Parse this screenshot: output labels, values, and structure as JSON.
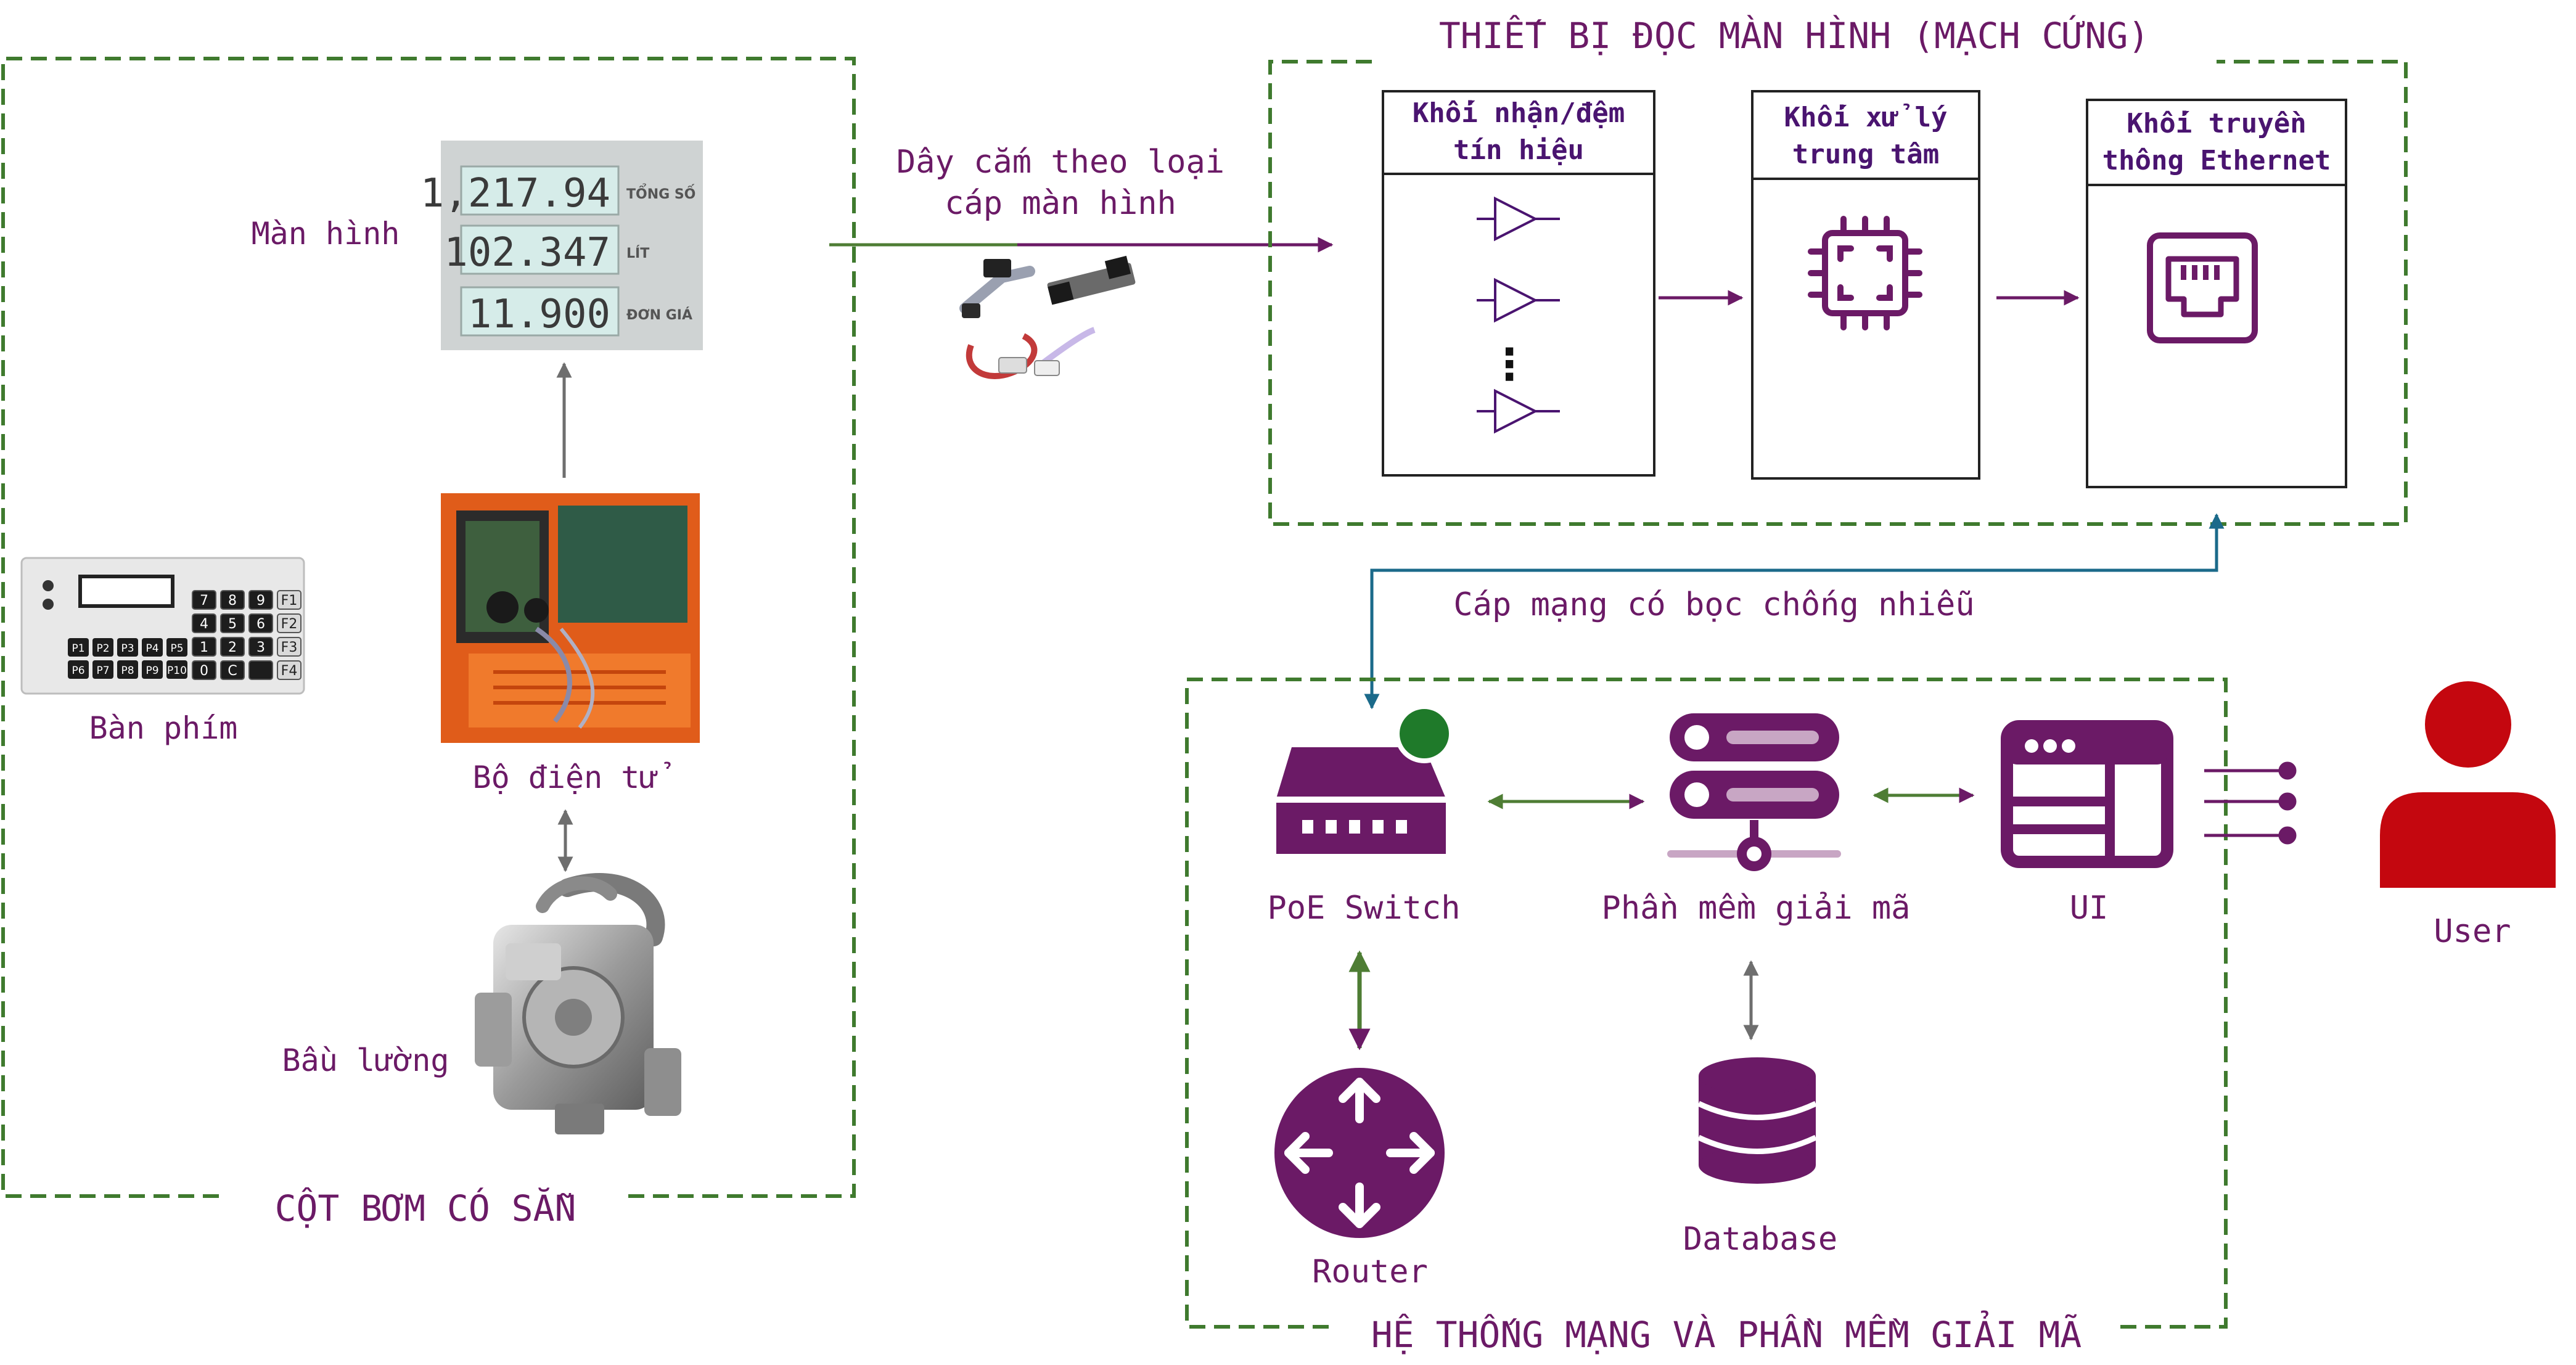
{
  "colors": {
    "purple": "#6b1a66",
    "dark_purple": "#4a1470",
    "green_dash": "#3f7a2e",
    "green_arrow": "#4e7d34",
    "gray_arrow": "#6e6e6e",
    "teal": "#1b6a8a",
    "user_red": "#c4070f",
    "status_green": "#1f7a2a",
    "lcd_bg": "#d6ece9",
    "board_orange": "#e05c1a"
  },
  "pump_group": {
    "title": "CỘT BƠM CÓ SẴN",
    "screen_label": "Màn hình",
    "screen_rows": [
      {
        "value": "1,217.94",
        "unit": "TỔNG SỐ"
      },
      {
        "value": "102.347",
        "unit": "LÍT"
      },
      {
        "value": "11.900",
        "unit": "ĐƠN GIÁ"
      }
    ],
    "keyboard_label": "Bàn phím",
    "keypad_keys": [
      "7",
      "8",
      "9",
      "F1",
      "4",
      "5",
      "6",
      "F2",
      "1",
      "2",
      "3",
      "F3",
      "0",
      "C",
      "",
      "F4"
    ],
    "keypad_presets": [
      "P1",
      "P2",
      "P3",
      "P4",
      "P5",
      "P6",
      "P7",
      "P8",
      "P9",
      "P10"
    ],
    "electronics_label": "Bộ điện tử",
    "meter_label": "Bầu lường"
  },
  "cable": {
    "label_line1": "Dây cắm theo loại",
    "label_line2": "cáp màn hình"
  },
  "device_group": {
    "title": "THIẾT BỊ ĐỌC MÀN HÌNH (MẠCH CỨNG)",
    "blocks": [
      {
        "line1": "Khối nhận/đệm",
        "line2": "tín hiệu",
        "icon": "buffer-amplifier-icon"
      },
      {
        "line1": "Khối xử lý",
        "line2": "trung tâm",
        "icon": "cpu-chip-icon"
      },
      {
        "line1": "Khối truyền",
        "line2": "thông Ethernet",
        "icon": "ethernet-port-icon"
      }
    ],
    "ellipsis": "⋮"
  },
  "network_cable": {
    "label": "Cáp mạng có bọc chống nhiễu"
  },
  "network_group": {
    "title": "HỆ THỐNG MẠNG VÀ PHẦN MỀM GIẢI MÃ",
    "poe_switch": "PoE Switch",
    "software": "Phần mềm giải mã",
    "ui": "UI",
    "router": "Router",
    "database": "Database"
  },
  "user": {
    "label": "User"
  }
}
